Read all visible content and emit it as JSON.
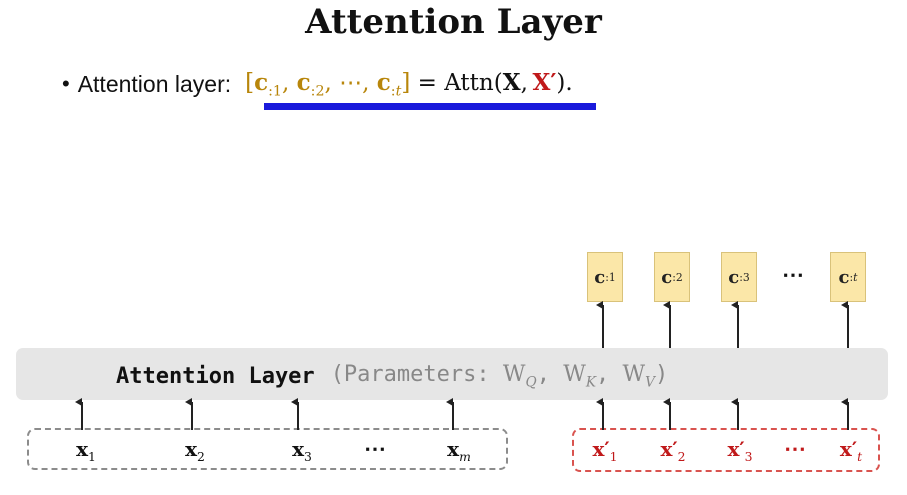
{
  "title": "Attention Layer",
  "bullet": {
    "label": "Attention layer:",
    "formula": {
      "context_vectors": [
        "c:1",
        "c:2",
        "c:t"
      ],
      "context_ellipsis": "⋯",
      "equals": "=",
      "function": "Attn",
      "arg1": "X",
      "arg2": "X′"
    }
  },
  "layer": {
    "name": "Attention Layer",
    "params_label": "(Parameters:",
    "params": [
      "WQ",
      "WK",
      "WV"
    ],
    "params_close": ")"
  },
  "inputs_encoder": [
    "x1",
    "x2",
    "x3",
    "xm"
  ],
  "inputs_decoder": [
    "x′1",
    "x′2",
    "x′3",
    "x′t"
  ],
  "outputs": [
    "c:1",
    "c:2",
    "c:3",
    "c:t"
  ],
  "ellipsis": "⋯",
  "colors": {
    "context": "#b8860b",
    "decoder": "#c0191a",
    "underline": "#1a1adb",
    "layer_bar": "#e6e6e6",
    "output_box": "#fbe7a8"
  }
}
